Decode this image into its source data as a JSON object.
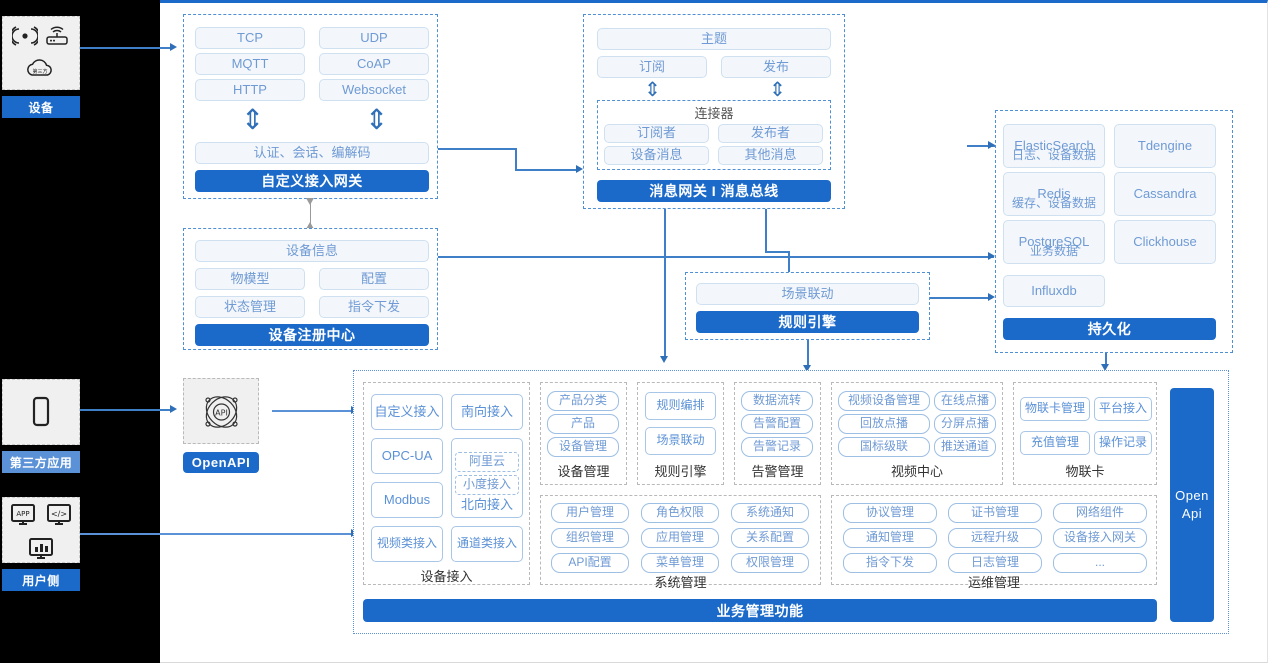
{
  "actors": [
    {
      "id": "device",
      "label": "设备",
      "icons": [
        "wifi-signal-icon",
        "router-icon",
        "cloud-icon"
      ]
    },
    {
      "id": "thirdparty",
      "label": "第三方应用",
      "icons": [
        "mobile-phone-icon"
      ]
    },
    {
      "id": "userside",
      "label": "用户侧",
      "icons": [
        "app-window-icon",
        "code-window-icon",
        "dashboard-icon"
      ]
    }
  ],
  "gateway": {
    "protocols": [
      "TCP",
      "UDP",
      "MQTT",
      "CoAP",
      "HTTP",
      "Websocket"
    ],
    "middle": "认证、会话、编解码",
    "bar": "自定义接入网关"
  },
  "message_bus": {
    "topic": "主题",
    "subscribe": "订阅",
    "publish": "发布",
    "connector_title": "连接器",
    "connector_items": [
      "订阅者",
      "发布者",
      "设备消息",
      "其他消息"
    ],
    "bar": "消息网关 I 消息总线"
  },
  "registry": {
    "info": "设备信息",
    "items": [
      "物模型",
      "配置",
      "状态管理",
      "指令下发"
    ],
    "bar": "设备注册中心"
  },
  "rule_engine": {
    "scene": "场景联动",
    "bar": "规则引擎"
  },
  "persistence": {
    "stores": [
      {
        "name": "ElasticSearch",
        "sub": "日志、设备数据"
      },
      {
        "name": "Tdengine",
        "sub": ""
      },
      {
        "name": "Redis",
        "sub": "缓存、设备数据"
      },
      {
        "name": "Cassandra",
        "sub": ""
      },
      {
        "name": "PostgreSQL",
        "sub": "业务数据"
      },
      {
        "name": "Clickhouse",
        "sub": ""
      },
      {
        "name": "Influxdb",
        "sub": ""
      }
    ],
    "bar": "持久化"
  },
  "openapi": {
    "label": "OpenAPI",
    "icon": "api-atom-icon"
  },
  "open_api_rail": {
    "line1": "Open",
    "line2": "Api"
  },
  "business": {
    "bar": "业务管理功能",
    "groups_row1": [
      {
        "caption": "设备接入",
        "style": "access",
        "items": [
          "自定义接入",
          "南向接入",
          "OPC-UA",
          "阿里云",
          "小度接入",
          "Modbus",
          "北向接入",
          "视频类接入",
          "通道类接入"
        ]
      },
      {
        "caption": "设备管理",
        "items": [
          "产品分类",
          "产品",
          "设备管理"
        ]
      },
      {
        "caption": "规则引擎",
        "items": [
          "规则编排",
          "场景联动"
        ]
      },
      {
        "caption": "告警管理",
        "items": [
          "数据流转",
          "告警配置",
          "告警记录"
        ]
      },
      {
        "caption": "视频中心",
        "items": [
          "视频设备管理",
          "在线点播",
          "回放点播",
          "分屏点播",
          "国标级联",
          "推送通道"
        ]
      },
      {
        "caption": "物联卡",
        "items": [
          "物联卡管理",
          "平台接入",
          "充值管理",
          "操作记录"
        ]
      }
    ],
    "groups_row2": [
      {
        "caption": "系统管理",
        "items": [
          "用户管理",
          "角色权限",
          "系统通知",
          "组织管理",
          "应用管理",
          "关系配置",
          "API配置",
          "菜单管理",
          "权限管理"
        ]
      },
      {
        "caption": "运维管理",
        "items": [
          "协议管理",
          "证书管理",
          "网络组件",
          "通知管理",
          "远程升级",
          "设备接入网关",
          "指令下发",
          "日志管理",
          "..."
        ]
      }
    ]
  },
  "colors": {
    "accent": "#1b6ac9",
    "pill_text": "#6f9ad4",
    "pill_bg": "#f3f7fb",
    "pill_border": "#cfe0f0",
    "rail_bg": "#000000",
    "connector": "#3f7fc8"
  }
}
